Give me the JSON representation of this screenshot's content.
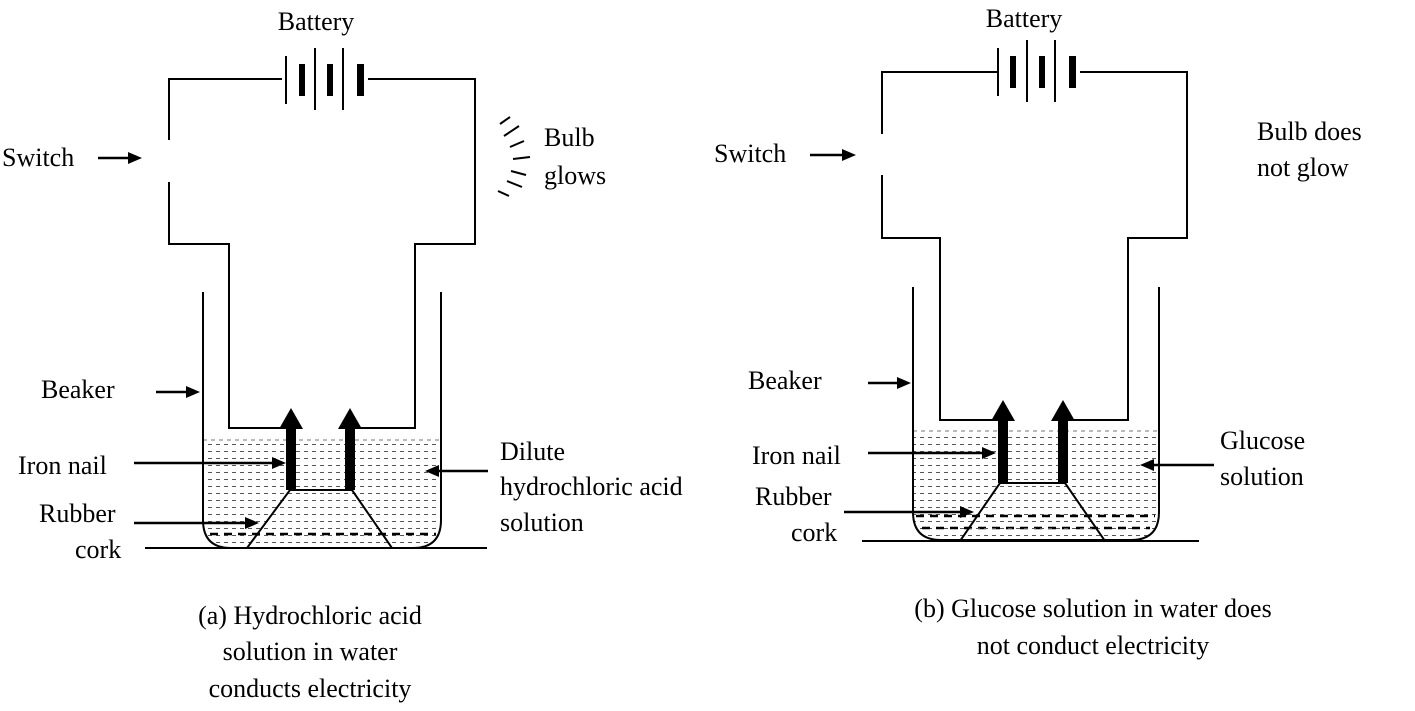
{
  "panel_a": {
    "battery": "Battery",
    "switch": "Switch",
    "bulb": [
      "Bulb",
      "glows"
    ],
    "beaker": "Beaker",
    "iron_nail": "Iron nail",
    "rubber_cork": [
      "Rubber",
      "cork"
    ],
    "solution": [
      "Dilute",
      "hydrochloric acid",
      "solution"
    ],
    "caption": [
      "(a) Hydrochloric acid",
      "solution in water",
      "conducts electricity"
    ]
  },
  "panel_b": {
    "battery": "Battery",
    "switch": "Switch",
    "bulb": [
      "Bulb does",
      "not glow"
    ],
    "beaker": "Beaker",
    "iron_nail": "Iron nail",
    "rubber_cork": [
      "Rubber",
      "cork"
    ],
    "solution": [
      "Glucose",
      "solution"
    ],
    "caption": [
      "(b) Glucose solution in water does",
      "not conduct electricity"
    ]
  }
}
